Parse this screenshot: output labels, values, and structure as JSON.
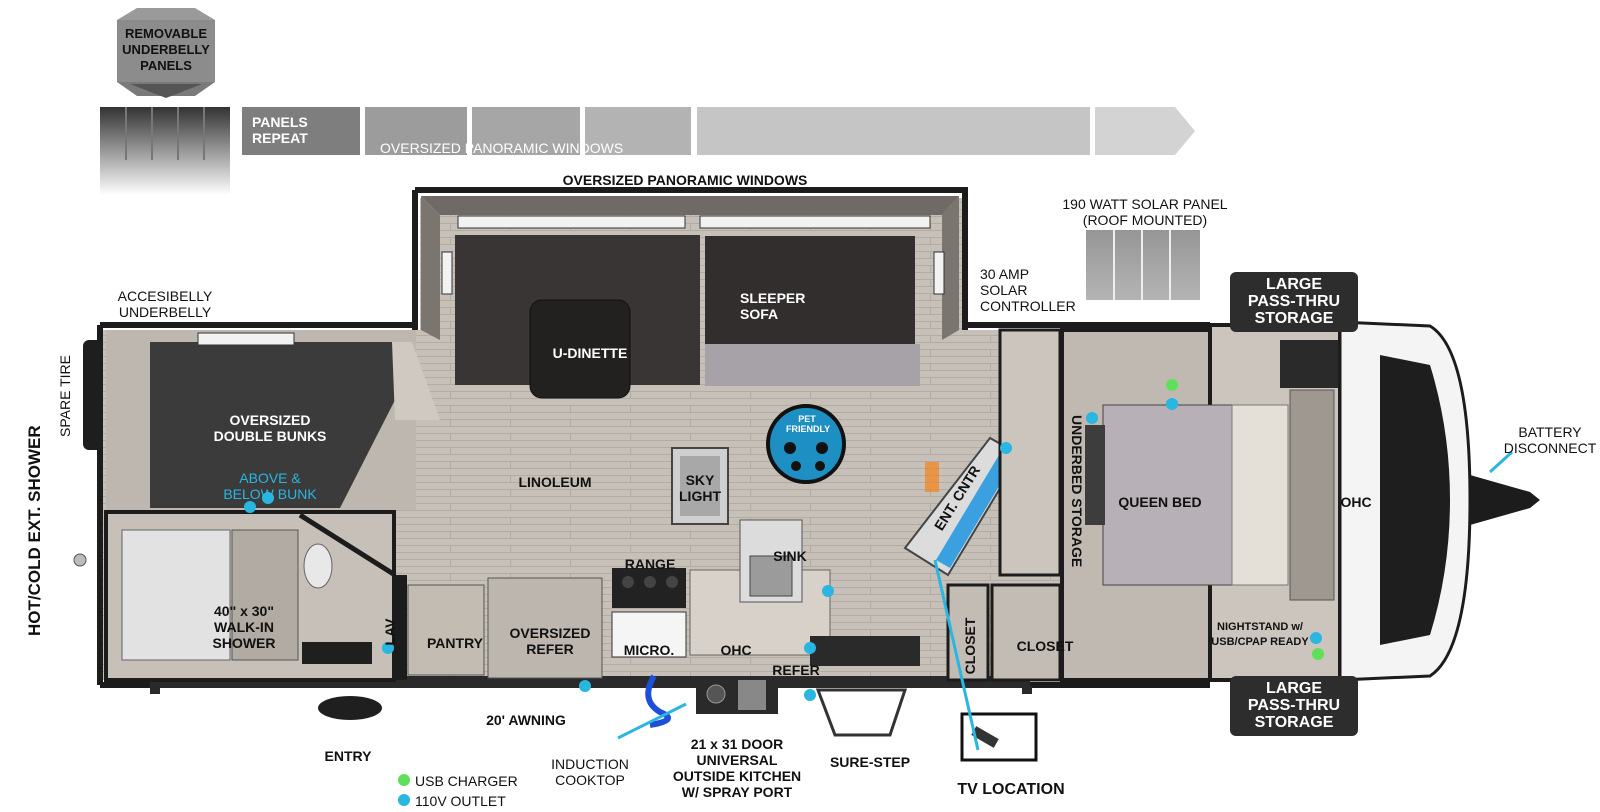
{
  "header": {
    "removable_label": "REMOVABLE\nUNDERBELLY\nPANELS",
    "panels_repeat": "PANELS\nREPEAT",
    "strip_windows": "OVERSIZED PANORAMIC WINDOWS"
  },
  "labels": {
    "top_windows": "OVERSIZED PANORAMIC WINDOWS",
    "solar_panel": "190 WATT SOLAR PANEL\n(ROOF MOUNTED)",
    "solar_controller": "30 AMP\nSOLAR\nCONTROLLER",
    "pass_thru_top": "LARGE\nPASS-THRU\nSTORAGE",
    "pass_thru_bottom": "LARGE\nPASS-THRU\nSTORAGE",
    "underbelly": "ACCESIBELLY\nUNDERBELLY",
    "spare_tire": "SPARE TIRE",
    "shower_ext": "HOT/COLD\nEXT. SHOWER",
    "bunks": "OVERSIZED\nDOUBLE BUNKS",
    "above_below": "ABOVE &\nBELOW BUNK",
    "u_dinette": "U-DINETTE",
    "sleeper_sofa": "SLEEPER\nSOFA",
    "pet_friendly": "PET\nFRIENDLY",
    "linoleum": "LINOLEUM",
    "sky_light": "SKY\nLIGHT",
    "ent_cntr": "ENT. CNTR",
    "underbed_storage": "UNDERBED STORAGE",
    "queen_bed": "QUEEN BED",
    "ohc_bedroom": "OHC",
    "battery_disconnect": "BATTERY\nDISCONNECT",
    "walkin_shower": "40\" x 30\"\nWALK-IN\nSHOWER",
    "lav": "LAV",
    "pantry": "PANTRY",
    "oversized_refer": "OVERSIZED\nREFER",
    "range": "RANGE",
    "micro": "MICRO.",
    "sink": "SINK",
    "ohc_kitchen": "OHC",
    "refer_outside": "REFER",
    "closet_vertical": "CLOSET",
    "closet": "CLOSET",
    "nightstand": "NIGHTSTAND w/\nUSB/CPAP READY",
    "awning": "20' AWNING",
    "entry": "ENTRY",
    "induction": "INDUCTION\nCOOKTOP",
    "outside_kitchen": "21 x 31 DOOR\nUNIVERSAL\nOUTSIDE KITCHEN\nW/ SPRAY PORT",
    "sure_step": "SURE-STEP",
    "tv_location": "TV LOCATION"
  },
  "legend": {
    "usb": "USB CHARGER",
    "outlet": "110V OUTLET"
  },
  "colors": {
    "usb_dot": "#5ee05a",
    "outlet_dot": "#29b6e0",
    "floor": "#c4beb7",
    "wall": "#1c1c1c",
    "badge": "#2d2d2d"
  }
}
